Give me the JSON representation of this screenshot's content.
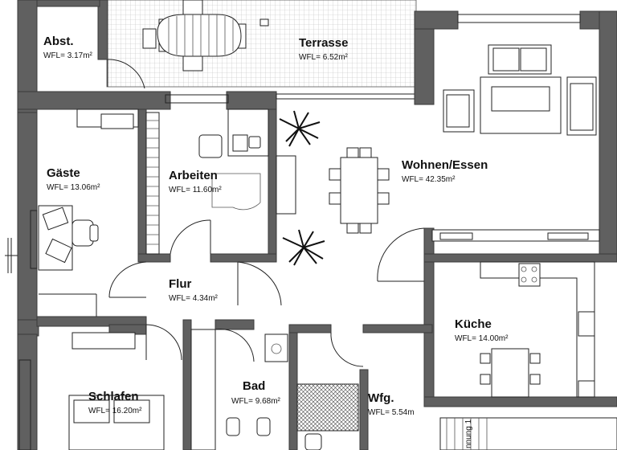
{
  "rooms": [
    {
      "id": "abst",
      "name": "Abst.",
      "area": "WFL= 3.17m²"
    },
    {
      "id": "terrasse",
      "name": "Terrasse",
      "area": "WFL= 6.52m²"
    },
    {
      "id": "gaeste",
      "name": "Gäste",
      "area": "WFL= 13.06m²"
    },
    {
      "id": "arbeiten",
      "name": "Arbeiten",
      "area": "WFL= 11.60m²"
    },
    {
      "id": "wohnen",
      "name": "Wohnen/Essen",
      "area": "WFL= 42.35m²"
    },
    {
      "id": "flur",
      "name": "Flur",
      "area": "WFL= 4.34m²"
    },
    {
      "id": "kueche",
      "name": "Küche",
      "area": "WFL= 14.00m²"
    },
    {
      "id": "bad",
      "name": "Bad",
      "area": "WFL= 9.68m²"
    },
    {
      "id": "wfg",
      "name": "Wfg.",
      "area": "WFL= 5.54m"
    },
    {
      "id": "schlafen",
      "name": "Schlafen",
      "area": "WFL= 16.20m²"
    }
  ],
  "side_label": "nnung 1"
}
